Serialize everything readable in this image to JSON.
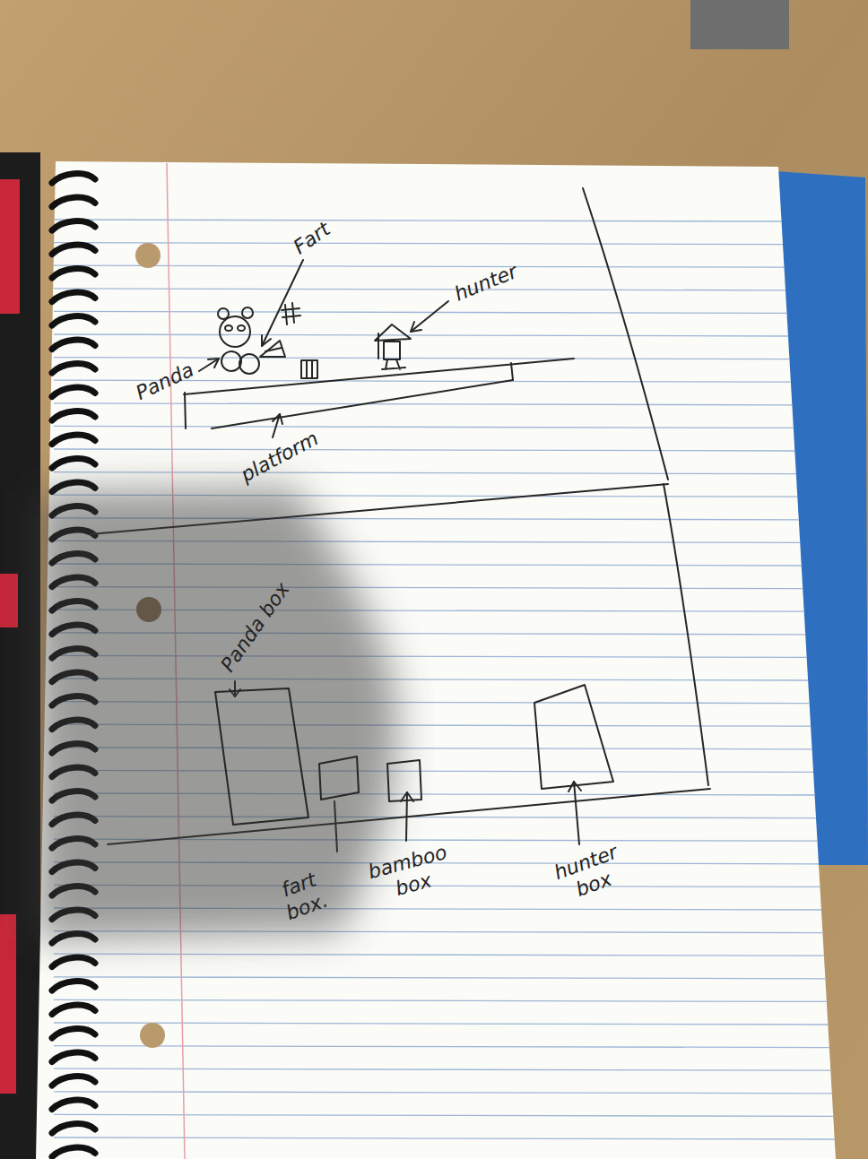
{
  "diagram": {
    "nodes": [
      {
        "text": [
          "Panda box"
        ]
      },
      {
        "text": [
          "fart box."
        ]
      },
      {
        "text": [
          "bamboo box"
        ]
      },
      {
        "text": [
          "hunter box"
        ]
      }
    ],
    "labels": [
      "Fart",
      "hunter",
      "Panda",
      "platform"
    ]
  }
}
